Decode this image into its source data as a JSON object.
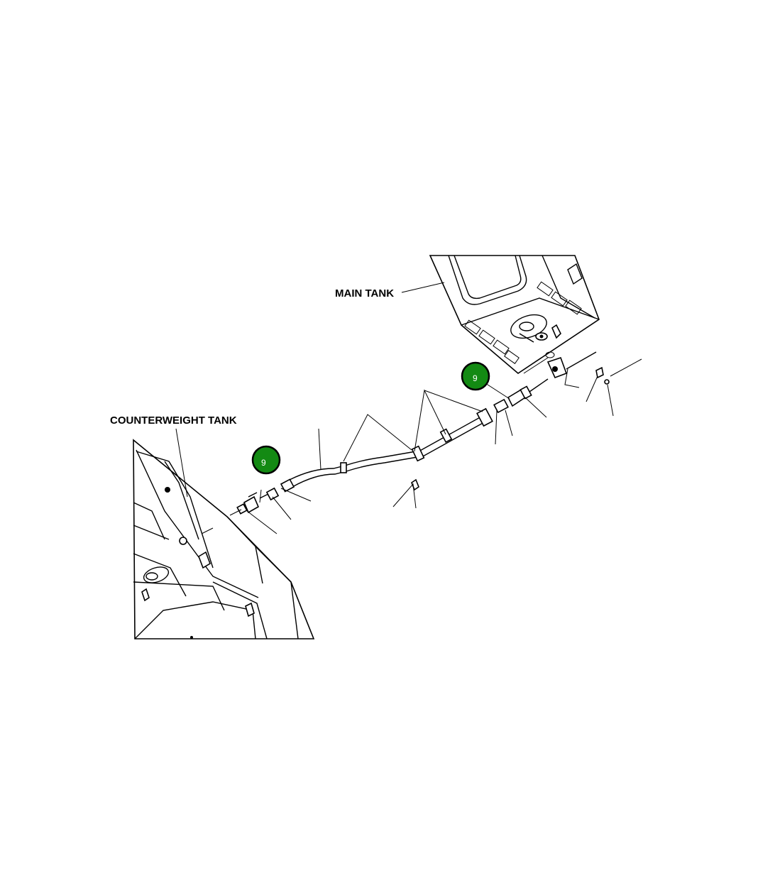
{
  "diagram": {
    "labels": {
      "main_tank": "MAIN TANK",
      "counterweight_tank": "COUNTERWEIGHT TANK"
    },
    "callouts": [
      {
        "number": "9",
        "color": "#138a13"
      },
      {
        "number": "9",
        "color": "#138a13"
      }
    ]
  }
}
